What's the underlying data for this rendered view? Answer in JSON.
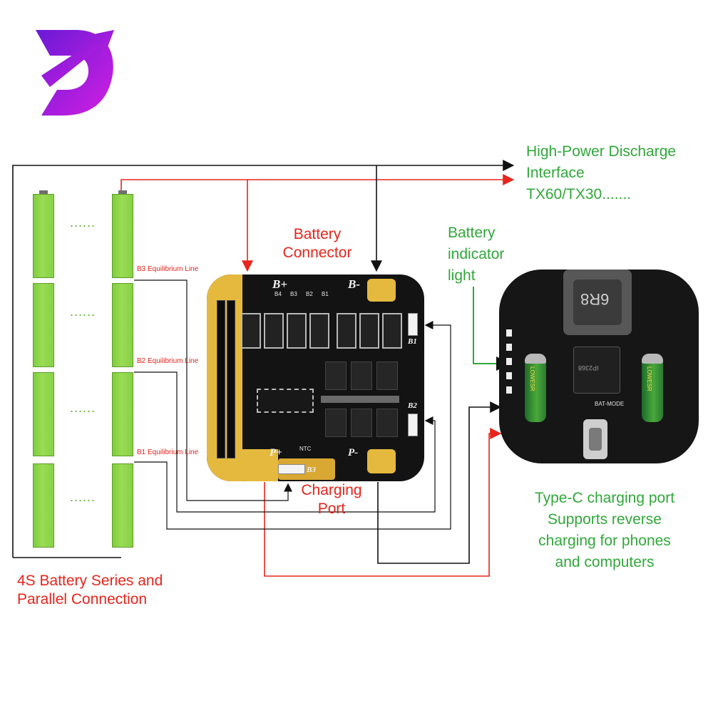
{
  "logo": {
    "letter": "D",
    "color_start": "#7a1fd8",
    "color_end": "#c51fe0"
  },
  "labels": {
    "discharge": [
      "High-Power Discharge",
      "Interface",
      "TX60/TX30......."
    ],
    "battery_connector": [
      "Battery",
      "Connector"
    ],
    "battery_indicator": [
      "Battery",
      "indicator",
      "light"
    ],
    "charging_port": [
      "Charging",
      "Port"
    ],
    "typec": [
      "Type-C charging port",
      "Supports reverse",
      "charging for phones",
      "and computers"
    ],
    "series": [
      "4S Battery Series and",
      "Parallel Connection"
    ],
    "b3_line": "B3 Equilibrium Line",
    "b2_line": "B2 Equilibrium Line",
    "b1_line": "B1 Equilibrium Line",
    "dots": "......"
  },
  "bms_board": {
    "b_plus": "B+",
    "b_minus": "B-",
    "p_plus": "P+",
    "p_minus": "P-",
    "b1": "B1",
    "b2": "B2",
    "b3": "B3",
    "taps": [
      "B4",
      "B3",
      "B2",
      "B1"
    ],
    "ntc": "NTC"
  },
  "charger_board": {
    "inductor_code": "6R8",
    "ic_text": "IP2368",
    "bat_mode": "BAT-MODE",
    "cap_text": "LOWESR"
  },
  "colors": {
    "red_wire": "#e8241c",
    "black_wire": "#111111",
    "green_text": "#31a83a",
    "battery_green": "#8bd44a",
    "gold": "#e5b93e"
  }
}
